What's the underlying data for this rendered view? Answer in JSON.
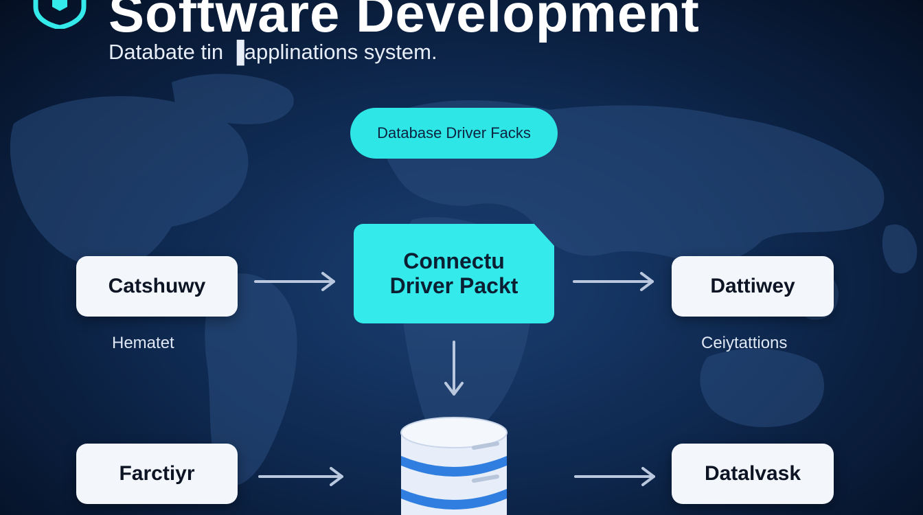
{
  "header": {
    "title": "Software Development",
    "subtitle": "Databate tin ▐applinations system."
  },
  "pill": {
    "label": "Database Driver Facks"
  },
  "center": {
    "line1": "Connectu",
    "line2": "Driver Packt"
  },
  "nodes": {
    "top_left": "Catshuwy",
    "top_right": "Dattiwey",
    "bottom_left": "Farctiyr",
    "bottom_right": "Datalvask"
  },
  "captions": {
    "left": "Hematet",
    "right": "Ceiytattions"
  },
  "icons": {
    "logo": "shield-cube-icon",
    "database": "database-stack-icon",
    "arrow": "arrow-right-icon"
  },
  "colors": {
    "accent_cyan": "#34eaea",
    "node_bg": "#f3f6fb",
    "background_dark": "#081934",
    "database_blue": "#2f7ee0"
  }
}
